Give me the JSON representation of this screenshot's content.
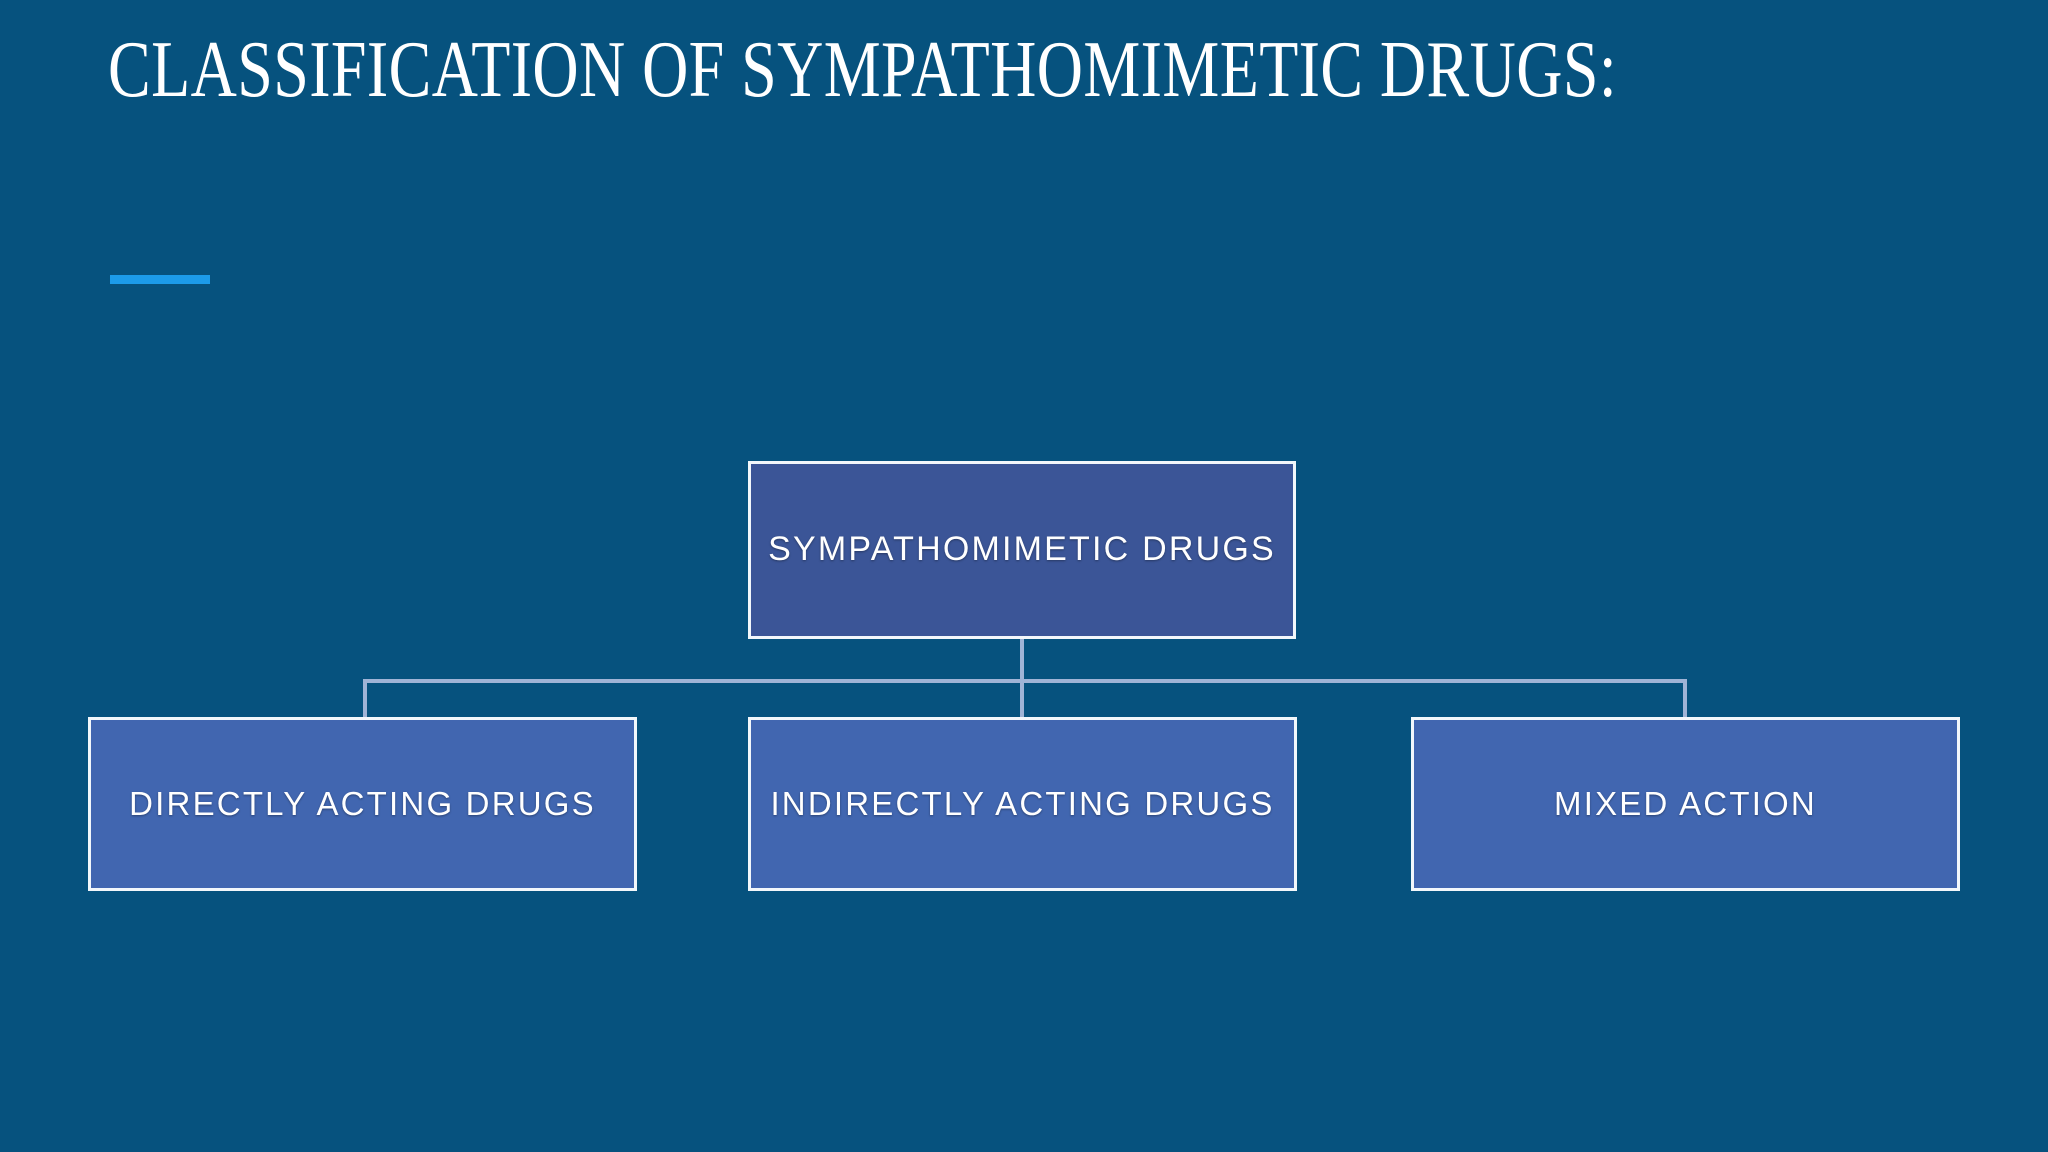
{
  "slide": {
    "background_color": "#06527E",
    "title": "CLASSIFICATION OF SYMPATHOMIMETIC DRUGS:",
    "accent_bar_color": "#1C9BE9"
  },
  "chart_data": {
    "type": "diagram",
    "diagram_kind": "organizational-tree",
    "title": "CLASSIFICATION OF SYMPATHOMIMETIC DRUGS:",
    "root": {
      "id": "root",
      "label": "SYMPATHOMIMETIC DRUGS",
      "fill_color": "#3B5597",
      "border_color": "#F2F7FB",
      "text_color": "#FFFFFF"
    },
    "children": [
      {
        "id": "directly-acting-drugs",
        "label": "DIRECTLY ACTING DRUGS",
        "fill_color": "#4166B0",
        "border_color": "#F2F7FB",
        "text_color": "#FFFFFF"
      },
      {
        "id": "indirectly-acting-drugs",
        "label": "INDIRECTLY ACTING DRUGS",
        "fill_color": "#4166B0",
        "border_color": "#F2F7FB",
        "text_color": "#FFFFFF"
      },
      {
        "id": "mixed-action",
        "label": "MIXED ACTION",
        "fill_color": "#4166B0",
        "border_color": "#F2F7FB",
        "text_color": "#FFFFFF"
      }
    ],
    "connector_color": "#9FB4D6",
    "edges": [
      {
        "from": "root",
        "to": "directly-acting-drugs"
      },
      {
        "from": "root",
        "to": "indirectly-acting-drugs"
      },
      {
        "from": "root",
        "to": "mixed-action"
      }
    ]
  }
}
